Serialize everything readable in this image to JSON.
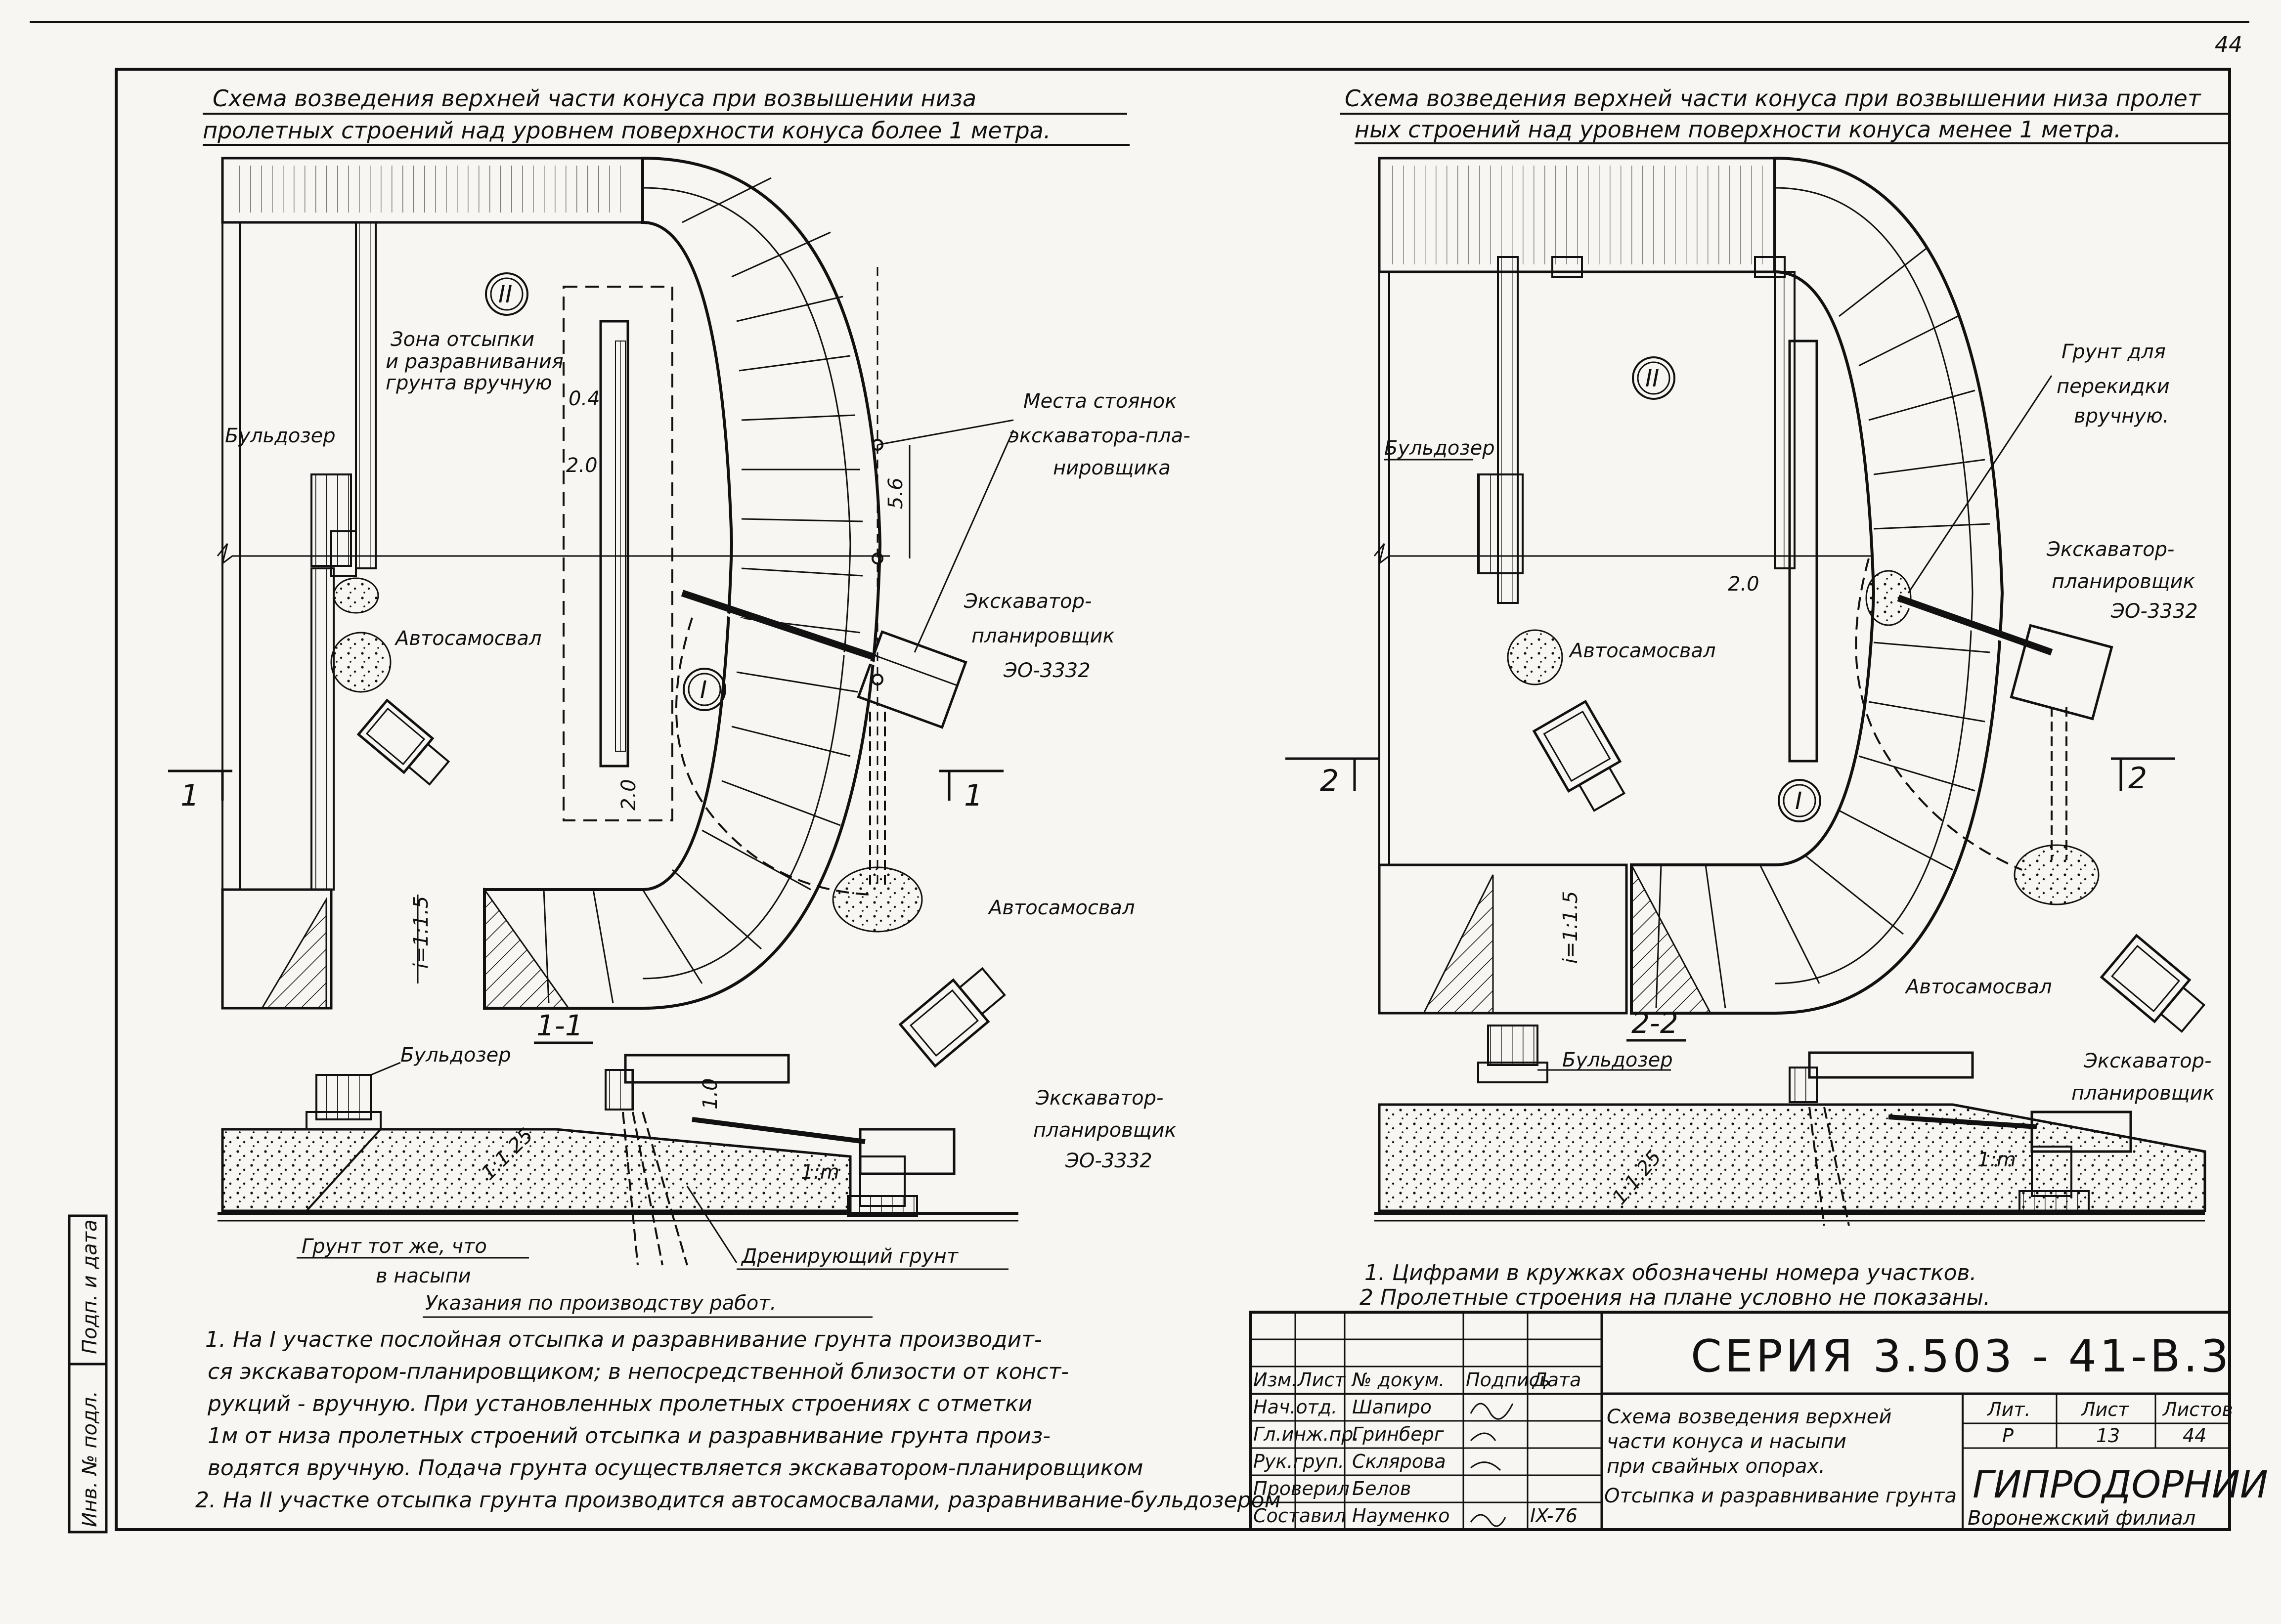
{
  "page_number": "44",
  "left_title": {
    "line1": "Схема возведения верхней части конуса при возвышении низа",
    "line2": "пролетных строений над уровнем поверхности конуса более 1 метра."
  },
  "right_title": {
    "line1": "Схема возведения верхней части конуса при возвышении низа пролет",
    "line2": "ных строений над уровнем поверхности конуса менее 1 метра."
  },
  "left_plan": {
    "zone_label": [
      "Зона отсыпки",
      "и разравнивания",
      "грунта вручную"
    ],
    "bulldozer": "Бульдозер",
    "dump_truck": "Автосамосвал",
    "dump_truck_2": "Автосамосвал",
    "parking": [
      "Места стоянок",
      "экскаватора-пла-",
      "нировщика"
    ],
    "excavator": [
      "Экскаватор-",
      "планировщик",
      "ЭО-3332"
    ],
    "section_I": "I",
    "section_II": "II",
    "dim_04": "0.4",
    "dim_20a": "2.0",
    "dim_20b": "2.0",
    "dim_56": "5.6",
    "slope": "i=1:1.5",
    "cut_mark": "1"
  },
  "left_section": {
    "title": "1-1",
    "bulldozer": "Бульдозер",
    "excavator": [
      "Экскаватор-",
      "планировщик",
      "ЭО-3332"
    ],
    "soil_same": [
      "Грунт тот же, что",
      "в насыпи"
    ],
    "drain_soil": "Дренирующий грунт",
    "slope": "1:1.25",
    "dim_10": "1.0",
    "slope_m": "1:m"
  },
  "right_plan": {
    "bulldozer": "Бульдозер",
    "dump_truck": "Автосамосвал",
    "dump_truck_2": "Автосамосвал",
    "soil_manual": [
      "Грунт для",
      "перекидки",
      "вручную."
    ],
    "excavator": [
      "Экскаватор-",
      "планировщик",
      "ЭО-3332"
    ],
    "section_I": "I",
    "section_II": "II",
    "dim_20": "2.0",
    "slope": "i=1:1.5",
    "cut_mark": "2"
  },
  "right_section": {
    "title": "2-2",
    "bulldozer": "Бульдозер",
    "excavator": [
      "Экскаватор-",
      "планировщик"
    ],
    "slope": "1:1.25",
    "slope_m": "1:m"
  },
  "right_notes": [
    "1. Цифрами в кружках обозначены номера  участков.",
    "2 Пролетные строения на плане условно не показаны."
  ],
  "instructions": {
    "title": "Указания по производству работ.",
    "lines": [
      "1. На I участке послойная отсыпка и разравнивание грунта производит-",
      "ся экскаватором-планировщиком; в непосредственной близости от конст-",
      "рукций - вручную. При установленных пролетных строениях с отметки",
      "1м от низа пролетных строений отсыпка и разравнивание грунта произ-",
      "водятся вручную. Подача грунта осуществляется экскаватором-планировщиком",
      "2. На II участке отсыпка грунта производится автосамосвалами, разравнивание-бульдозером"
    ]
  },
  "side_stamp": {
    "col1": "Инв. № подл.",
    "col2": "Подп. и дата"
  },
  "title_block": {
    "series": "СЕРИЯ  3.503 - 41-В.3",
    "headers": [
      "Изм.",
      "Лист",
      "№ докум.",
      "Подпись",
      "Дата"
    ],
    "roles": [
      {
        "role": "Нач.отд.",
        "name": "Шапиро"
      },
      {
        "role": "Гл.инж.пр.",
        "name": "Гринберг"
      },
      {
        "role": "Рук.груп.",
        "name": "Склярова"
      },
      {
        "role": "Проверил",
        "name": "Белов"
      },
      {
        "role": "Составил",
        "name": "Науменко"
      }
    ],
    "date": "IX-76",
    "description": [
      "Схема возведения верхней",
      "части конуса и насыпи",
      "при свайных опорах.",
      "Отсыпка и разравнивание грунта"
    ],
    "lit_label": "Лит.",
    "sheet_label": "Лист",
    "sheets_label": "Листов",
    "lit": "Р",
    "sheet": "13",
    "sheets": "44",
    "org": "ГИПРОДОРНИИ",
    "branch": "Воронежский филиал"
  },
  "colors": {
    "paper": "#f7f6f2",
    "ink": "#111111"
  }
}
